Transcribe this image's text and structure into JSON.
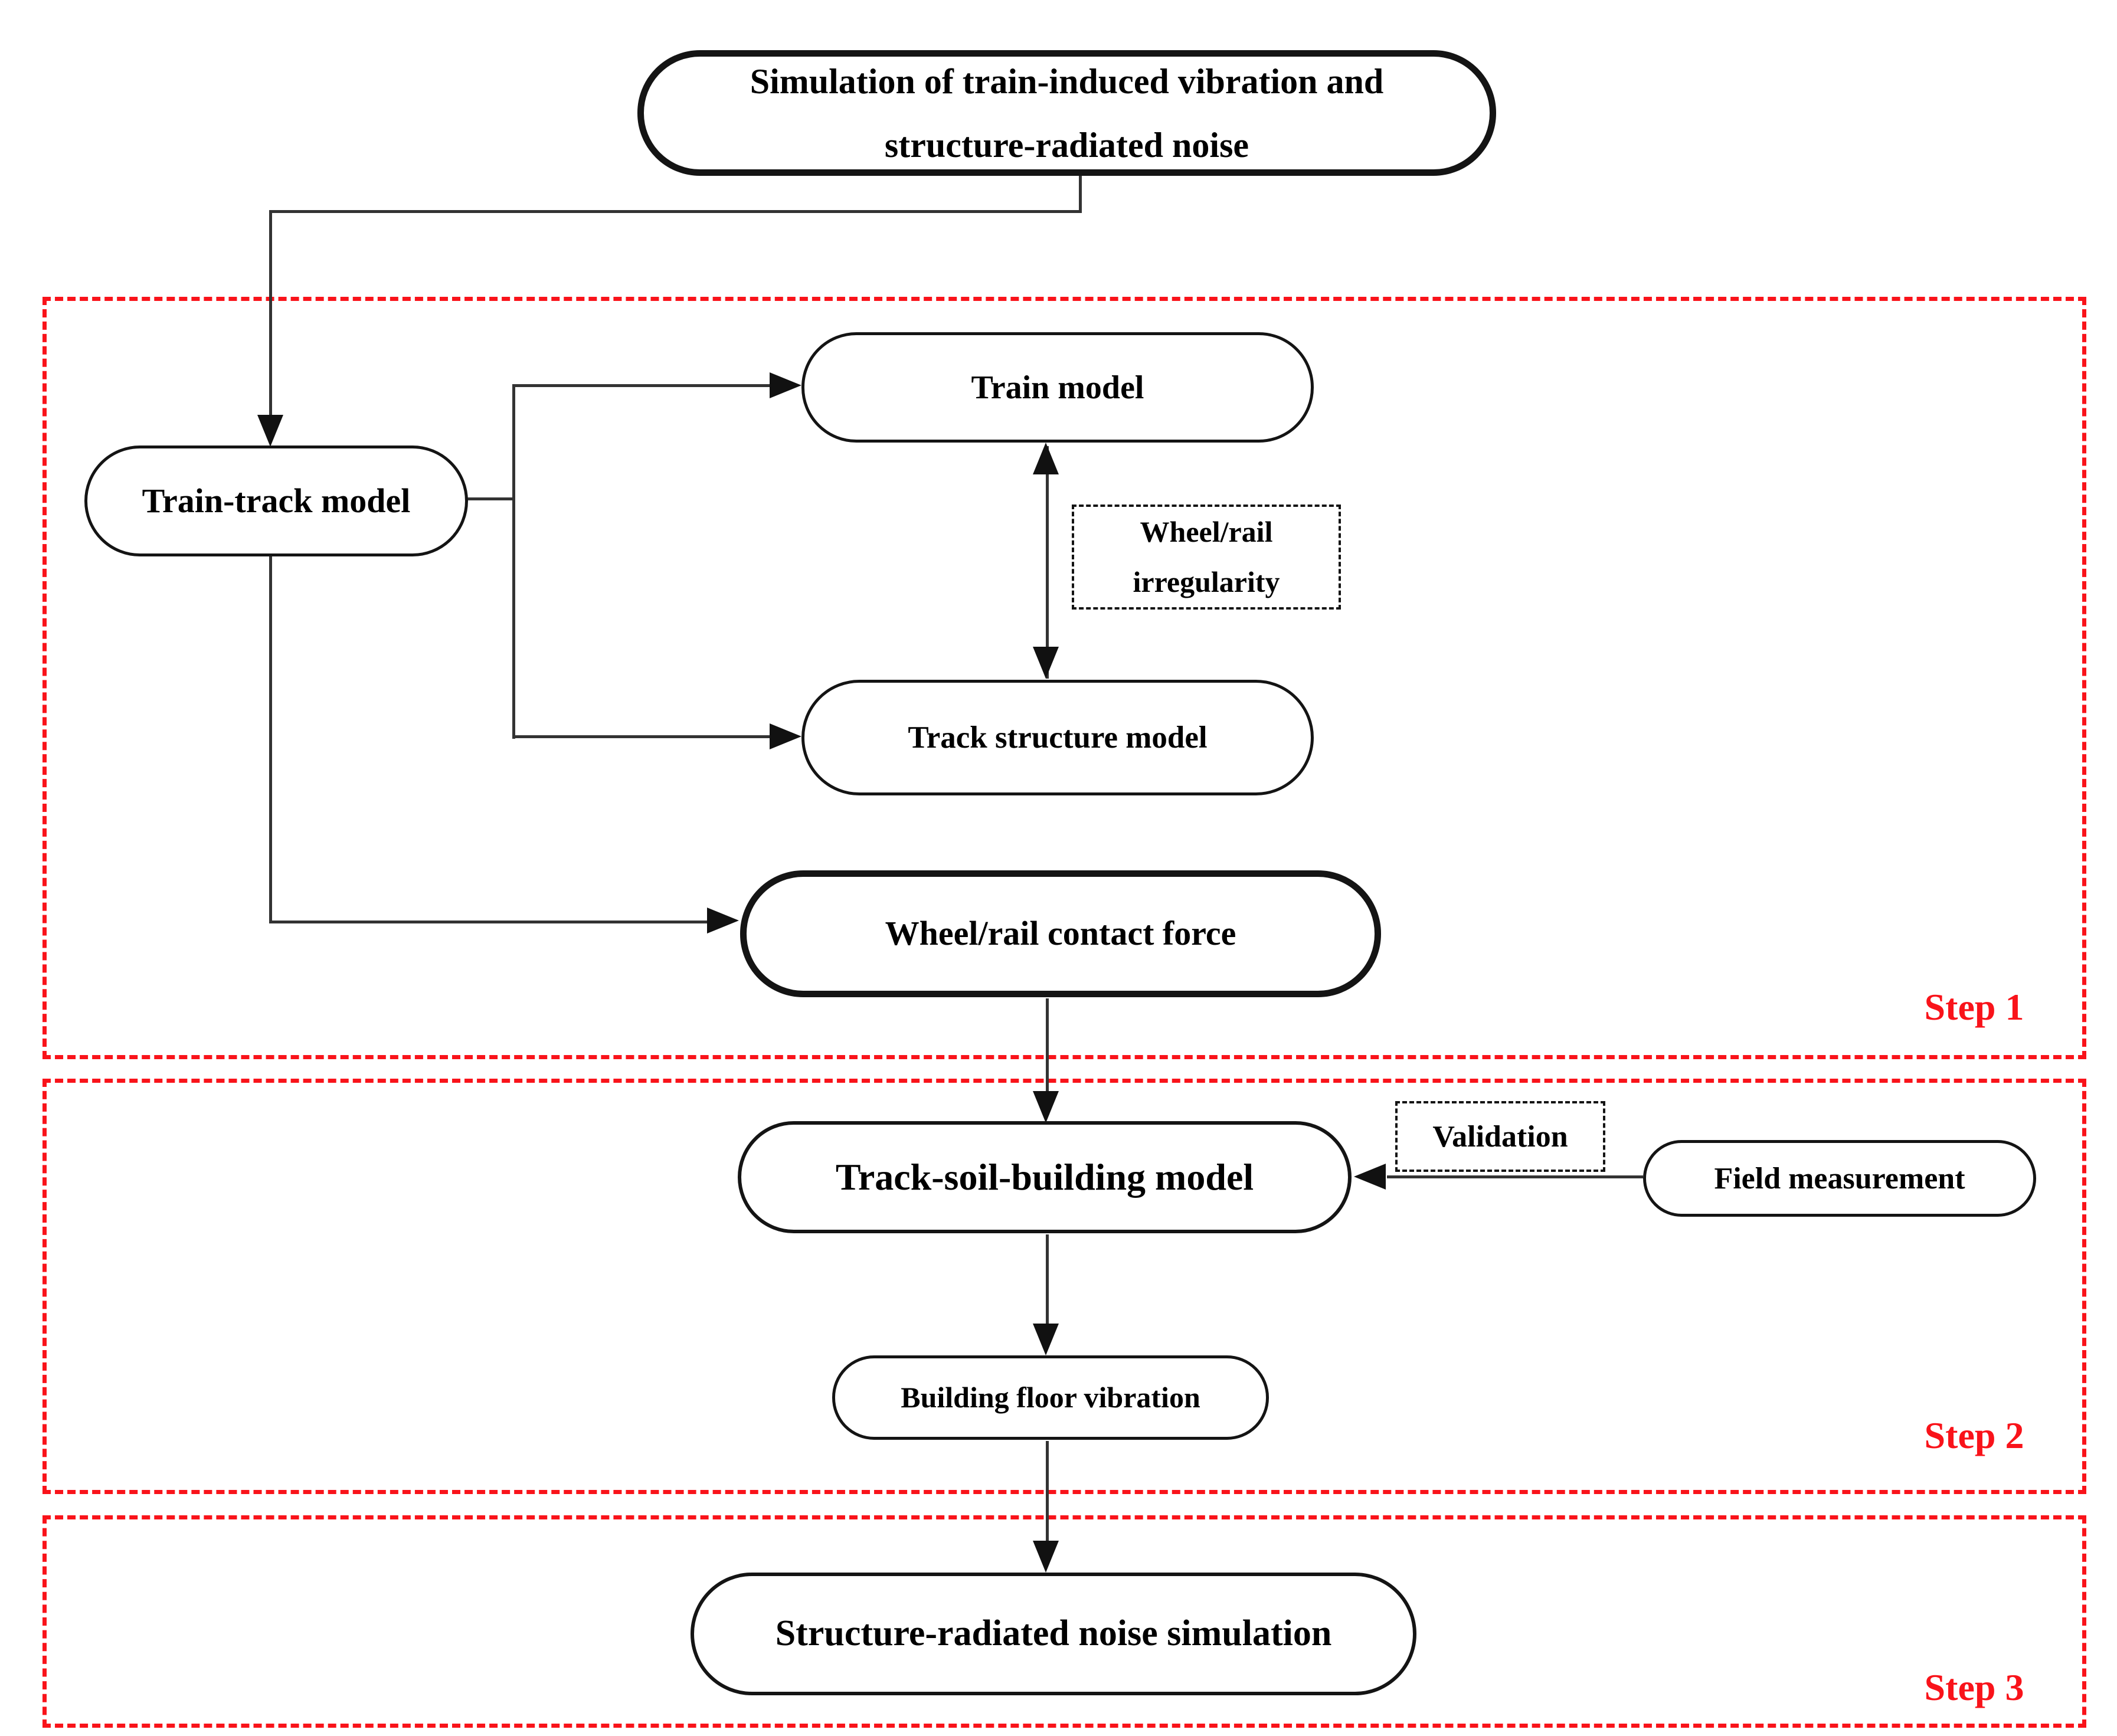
{
  "flowchart": {
    "root": {
      "label": "Simulation of train-induced vibration and structure-radiated noise"
    },
    "step1": {
      "label": "Step 1",
      "train_track_model": "Train-track model",
      "train_model": "Train model",
      "wheel_rail_irregularity": "Wheel/rail irregularity",
      "track_structure_model": "Track structure model",
      "wheel_rail_contact_force": "Wheel/rail contact force"
    },
    "step2": {
      "label": "Step 2",
      "track_soil_building_model": "Track-soil-building model",
      "validation": "Validation",
      "field_measurement": "Field measurement",
      "building_floor_vibration": "Building floor vibration"
    },
    "step3": {
      "label": "Step 3",
      "structure_radiated_noise_simulation": "Structure-radiated noise simulation"
    },
    "colors": {
      "step_border": "#f9131a",
      "node_border": "#141414",
      "connector": "#333333",
      "arrowhead": "#111111",
      "background": "#ffffff",
      "text": "#000000"
    }
  }
}
